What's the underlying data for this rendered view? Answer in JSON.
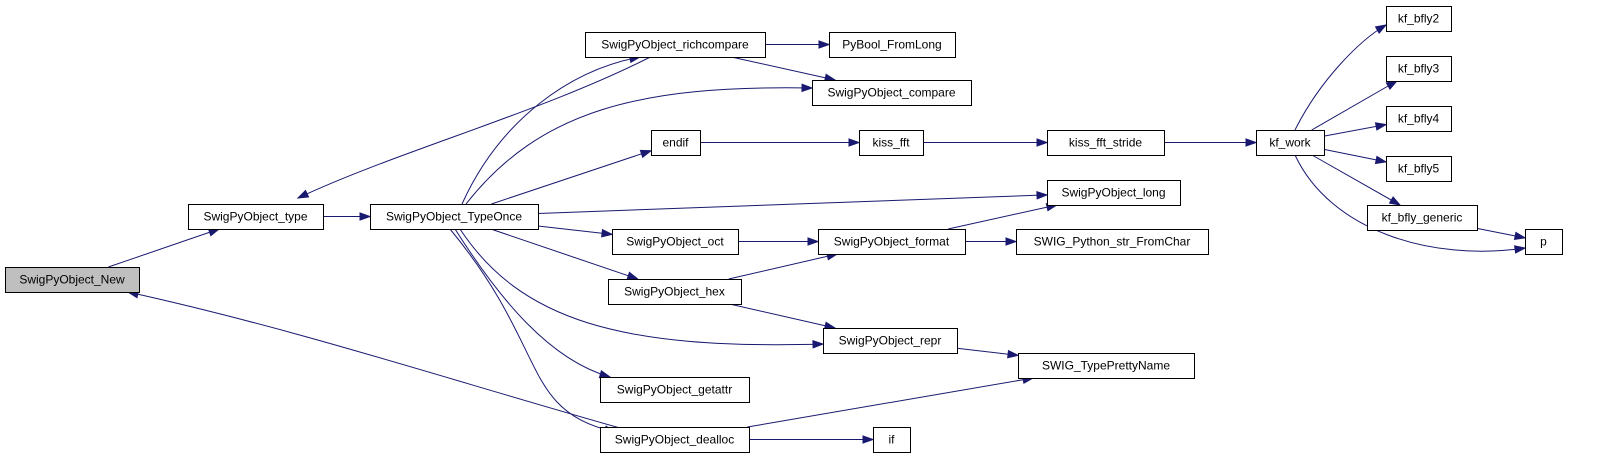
{
  "diagram": {
    "type": "call-graph",
    "colors": {
      "edge": "#191970",
      "root_fill": "#bfbfbf",
      "node_fill": "#ffffff",
      "node_border": "#000000"
    },
    "nodes": [
      {
        "id": "SwigPyObject_New",
        "label": "SwigPyObject_New",
        "root": true
      },
      {
        "id": "SwigPyObject_type",
        "label": "SwigPyObject_type"
      },
      {
        "id": "SwigPyObject_TypeOnce",
        "label": "SwigPyObject_TypeOnce"
      },
      {
        "id": "SwigPyObject_richcompare",
        "label": "SwigPyObject_richcompare"
      },
      {
        "id": "PyBool_FromLong",
        "label": "PyBool_FromLong"
      },
      {
        "id": "SwigPyObject_compare",
        "label": "SwigPyObject_compare"
      },
      {
        "id": "endif",
        "label": "endif"
      },
      {
        "id": "kiss_fft",
        "label": "kiss_fft"
      },
      {
        "id": "kiss_fft_stride",
        "label": "kiss_fft_stride"
      },
      {
        "id": "kf_work",
        "label": "kf_work"
      },
      {
        "id": "kf_bfly2",
        "label": "kf_bfly2"
      },
      {
        "id": "kf_bfly3",
        "label": "kf_bfly3"
      },
      {
        "id": "kf_bfly4",
        "label": "kf_bfly4"
      },
      {
        "id": "kf_bfly5",
        "label": "kf_bfly5"
      },
      {
        "id": "kf_bfly_generic",
        "label": "kf_bfly_generic"
      },
      {
        "id": "p",
        "label": "p"
      },
      {
        "id": "SwigPyObject_long",
        "label": "SwigPyObject_long"
      },
      {
        "id": "SwigPyObject_oct",
        "label": "SwigPyObject_oct"
      },
      {
        "id": "SwigPyObject_format",
        "label": "SwigPyObject_format"
      },
      {
        "id": "SWIG_Python_str_FromChar",
        "label": "SWIG_Python_str_FromChar"
      },
      {
        "id": "SwigPyObject_hex",
        "label": "SwigPyObject_hex"
      },
      {
        "id": "SwigPyObject_repr",
        "label": "SwigPyObject_repr"
      },
      {
        "id": "SWIG_TypePrettyName",
        "label": "SWIG_TypePrettyName"
      },
      {
        "id": "SwigPyObject_getattr",
        "label": "SwigPyObject_getattr"
      },
      {
        "id": "SwigPyObject_dealloc",
        "label": "SwigPyObject_dealloc"
      },
      {
        "id": "if",
        "label": "if"
      }
    ],
    "edges": [
      {
        "from": "SwigPyObject_New",
        "to": "SwigPyObject_type"
      },
      {
        "from": "SwigPyObject_type",
        "to": "SwigPyObject_TypeOnce"
      },
      {
        "from": "SwigPyObject_TypeOnce",
        "to": "SwigPyObject_richcompare"
      },
      {
        "from": "SwigPyObject_TypeOnce",
        "to": "SwigPyObject_compare"
      },
      {
        "from": "SwigPyObject_TypeOnce",
        "to": "endif"
      },
      {
        "from": "SwigPyObject_TypeOnce",
        "to": "SwigPyObject_long"
      },
      {
        "from": "SwigPyObject_TypeOnce",
        "to": "SwigPyObject_oct"
      },
      {
        "from": "SwigPyObject_TypeOnce",
        "to": "SwigPyObject_hex"
      },
      {
        "from": "SwigPyObject_TypeOnce",
        "to": "SwigPyObject_repr"
      },
      {
        "from": "SwigPyObject_TypeOnce",
        "to": "SwigPyObject_getattr"
      },
      {
        "from": "SwigPyObject_TypeOnce",
        "to": "SwigPyObject_dealloc"
      },
      {
        "from": "SwigPyObject_richcompare",
        "to": "SwigPyObject_type"
      },
      {
        "from": "SwigPyObject_richcompare",
        "to": "PyBool_FromLong"
      },
      {
        "from": "SwigPyObject_richcompare",
        "to": "SwigPyObject_compare"
      },
      {
        "from": "endif",
        "to": "kiss_fft"
      },
      {
        "from": "kiss_fft",
        "to": "kiss_fft_stride"
      },
      {
        "from": "kiss_fft_stride",
        "to": "kf_work"
      },
      {
        "from": "kf_work",
        "to": "kf_bfly2"
      },
      {
        "from": "kf_work",
        "to": "kf_bfly3"
      },
      {
        "from": "kf_work",
        "to": "kf_bfly4"
      },
      {
        "from": "kf_work",
        "to": "kf_bfly5"
      },
      {
        "from": "kf_work",
        "to": "kf_bfly_generic"
      },
      {
        "from": "kf_work",
        "to": "p"
      },
      {
        "from": "kf_bfly_generic",
        "to": "p"
      },
      {
        "from": "SwigPyObject_oct",
        "to": "SwigPyObject_format"
      },
      {
        "from": "SwigPyObject_format",
        "to": "SwigPyObject_long"
      },
      {
        "from": "SwigPyObject_format",
        "to": "SWIG_Python_str_FromChar"
      },
      {
        "from": "SwigPyObject_hex",
        "to": "SwigPyObject_format"
      },
      {
        "from": "SwigPyObject_hex",
        "to": "SwigPyObject_repr"
      },
      {
        "from": "SwigPyObject_repr",
        "to": "SWIG_TypePrettyName"
      },
      {
        "from": "SwigPyObject_dealloc",
        "to": "SwigPyObject_New"
      },
      {
        "from": "SwigPyObject_dealloc",
        "to": "SWIG_TypePrettyName"
      },
      {
        "from": "SwigPyObject_dealloc",
        "to": "if"
      }
    ]
  }
}
